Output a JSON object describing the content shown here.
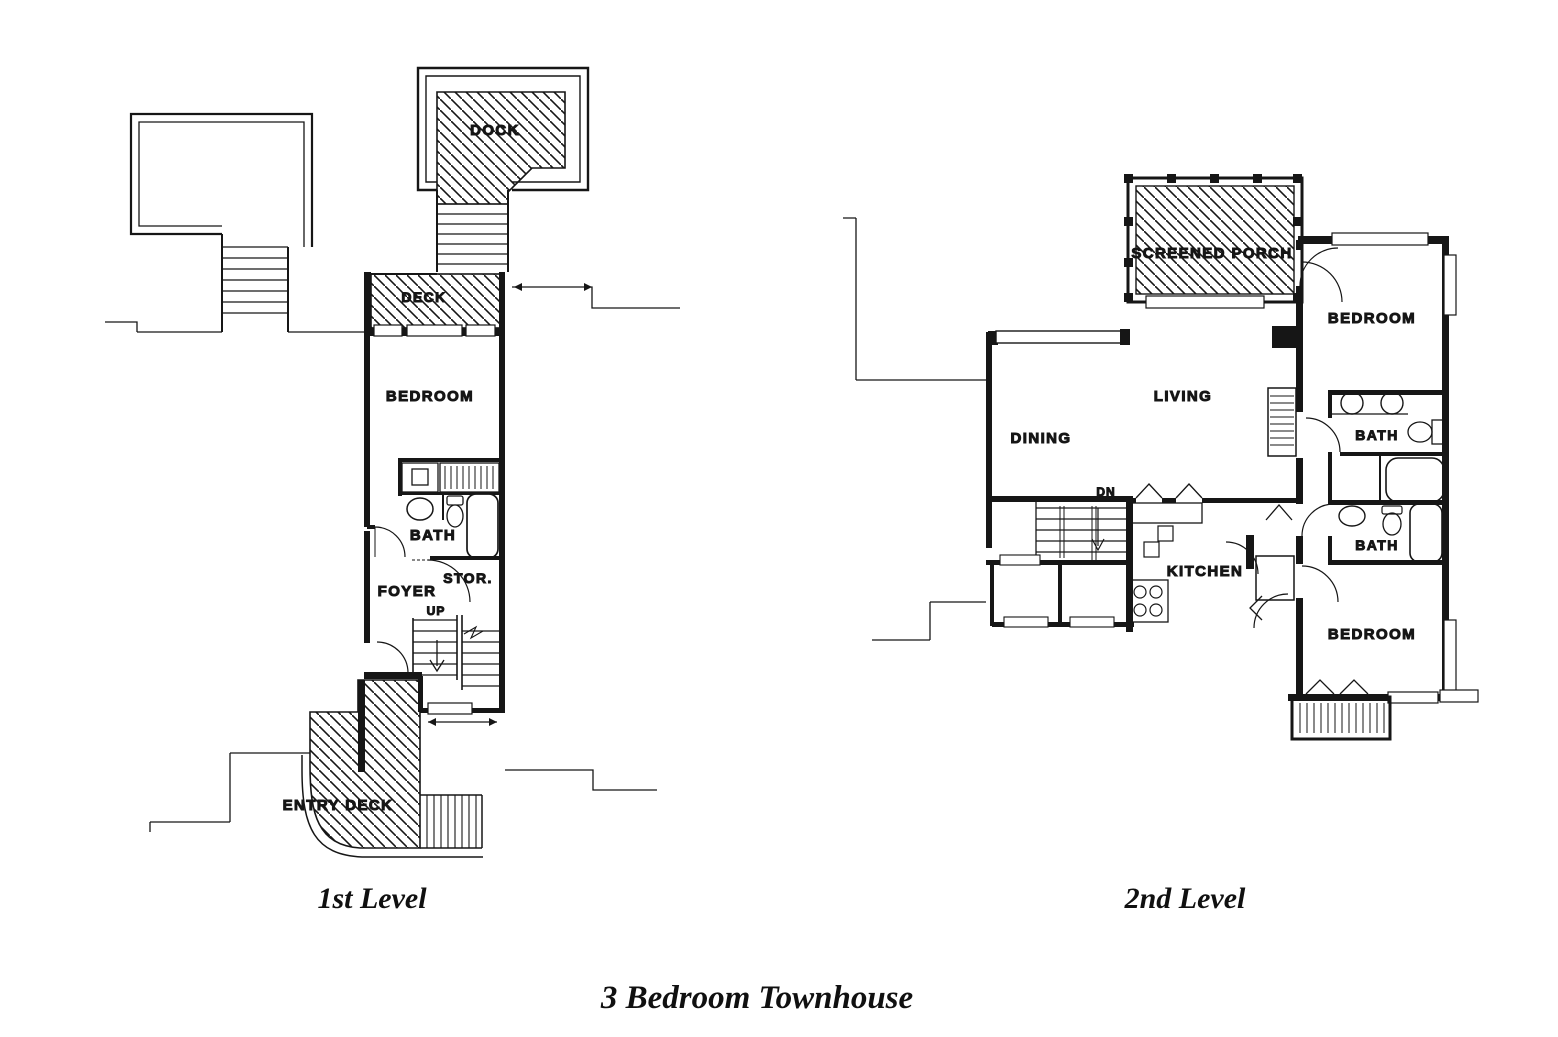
{
  "document": {
    "title": "3 Bedroom Townhouse",
    "paper_color": "#ffffff",
    "ink_color": "#161616"
  },
  "level1": {
    "caption": "1st Level",
    "labels": {
      "dock": "DOCK",
      "deck": "DECK",
      "bedroom": "BEDROOM",
      "bath": "BATH",
      "foyer": "FOYER",
      "storage": "STOR.",
      "stairs_up": "UP",
      "entry_deck": "ENTRY DECK"
    }
  },
  "level2": {
    "caption": "2nd Level",
    "labels": {
      "screened_porch": "SCREENED PORCH",
      "bedroom_upper": "BEDROOM",
      "living": "LIVING",
      "dining": "DINING",
      "bath_upper": "BATH",
      "stairs_down": "DN",
      "kitchen": "KITCHEN",
      "bath_lower": "BATH",
      "bedroom_lower": "BEDROOM"
    }
  }
}
